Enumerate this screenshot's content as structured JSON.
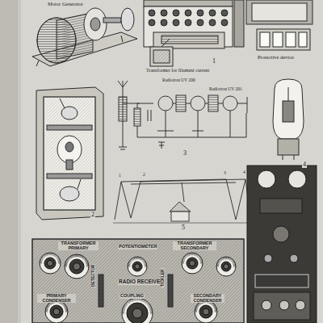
{
  "diagram": {
    "labels": [
      "Motor Generator",
      "Transformer for filament current",
      "1",
      "Protective device",
      "Radiotron UV 200",
      "Radiotron UV 201",
      "3",
      "4",
      "2",
      "5",
      "1",
      "2",
      "3",
      "4",
      "TRANSFORMER PRIMARY",
      "POTENTIOMETER",
      "TRANSFORMER SECONDARY",
      "RADIO RECEIVER",
      "DETECTOR",
      "TICKLER",
      "PRIMARY CONDENSER",
      "COUPLING",
      "SECONDARY CONDENSER"
    ]
  }
}
